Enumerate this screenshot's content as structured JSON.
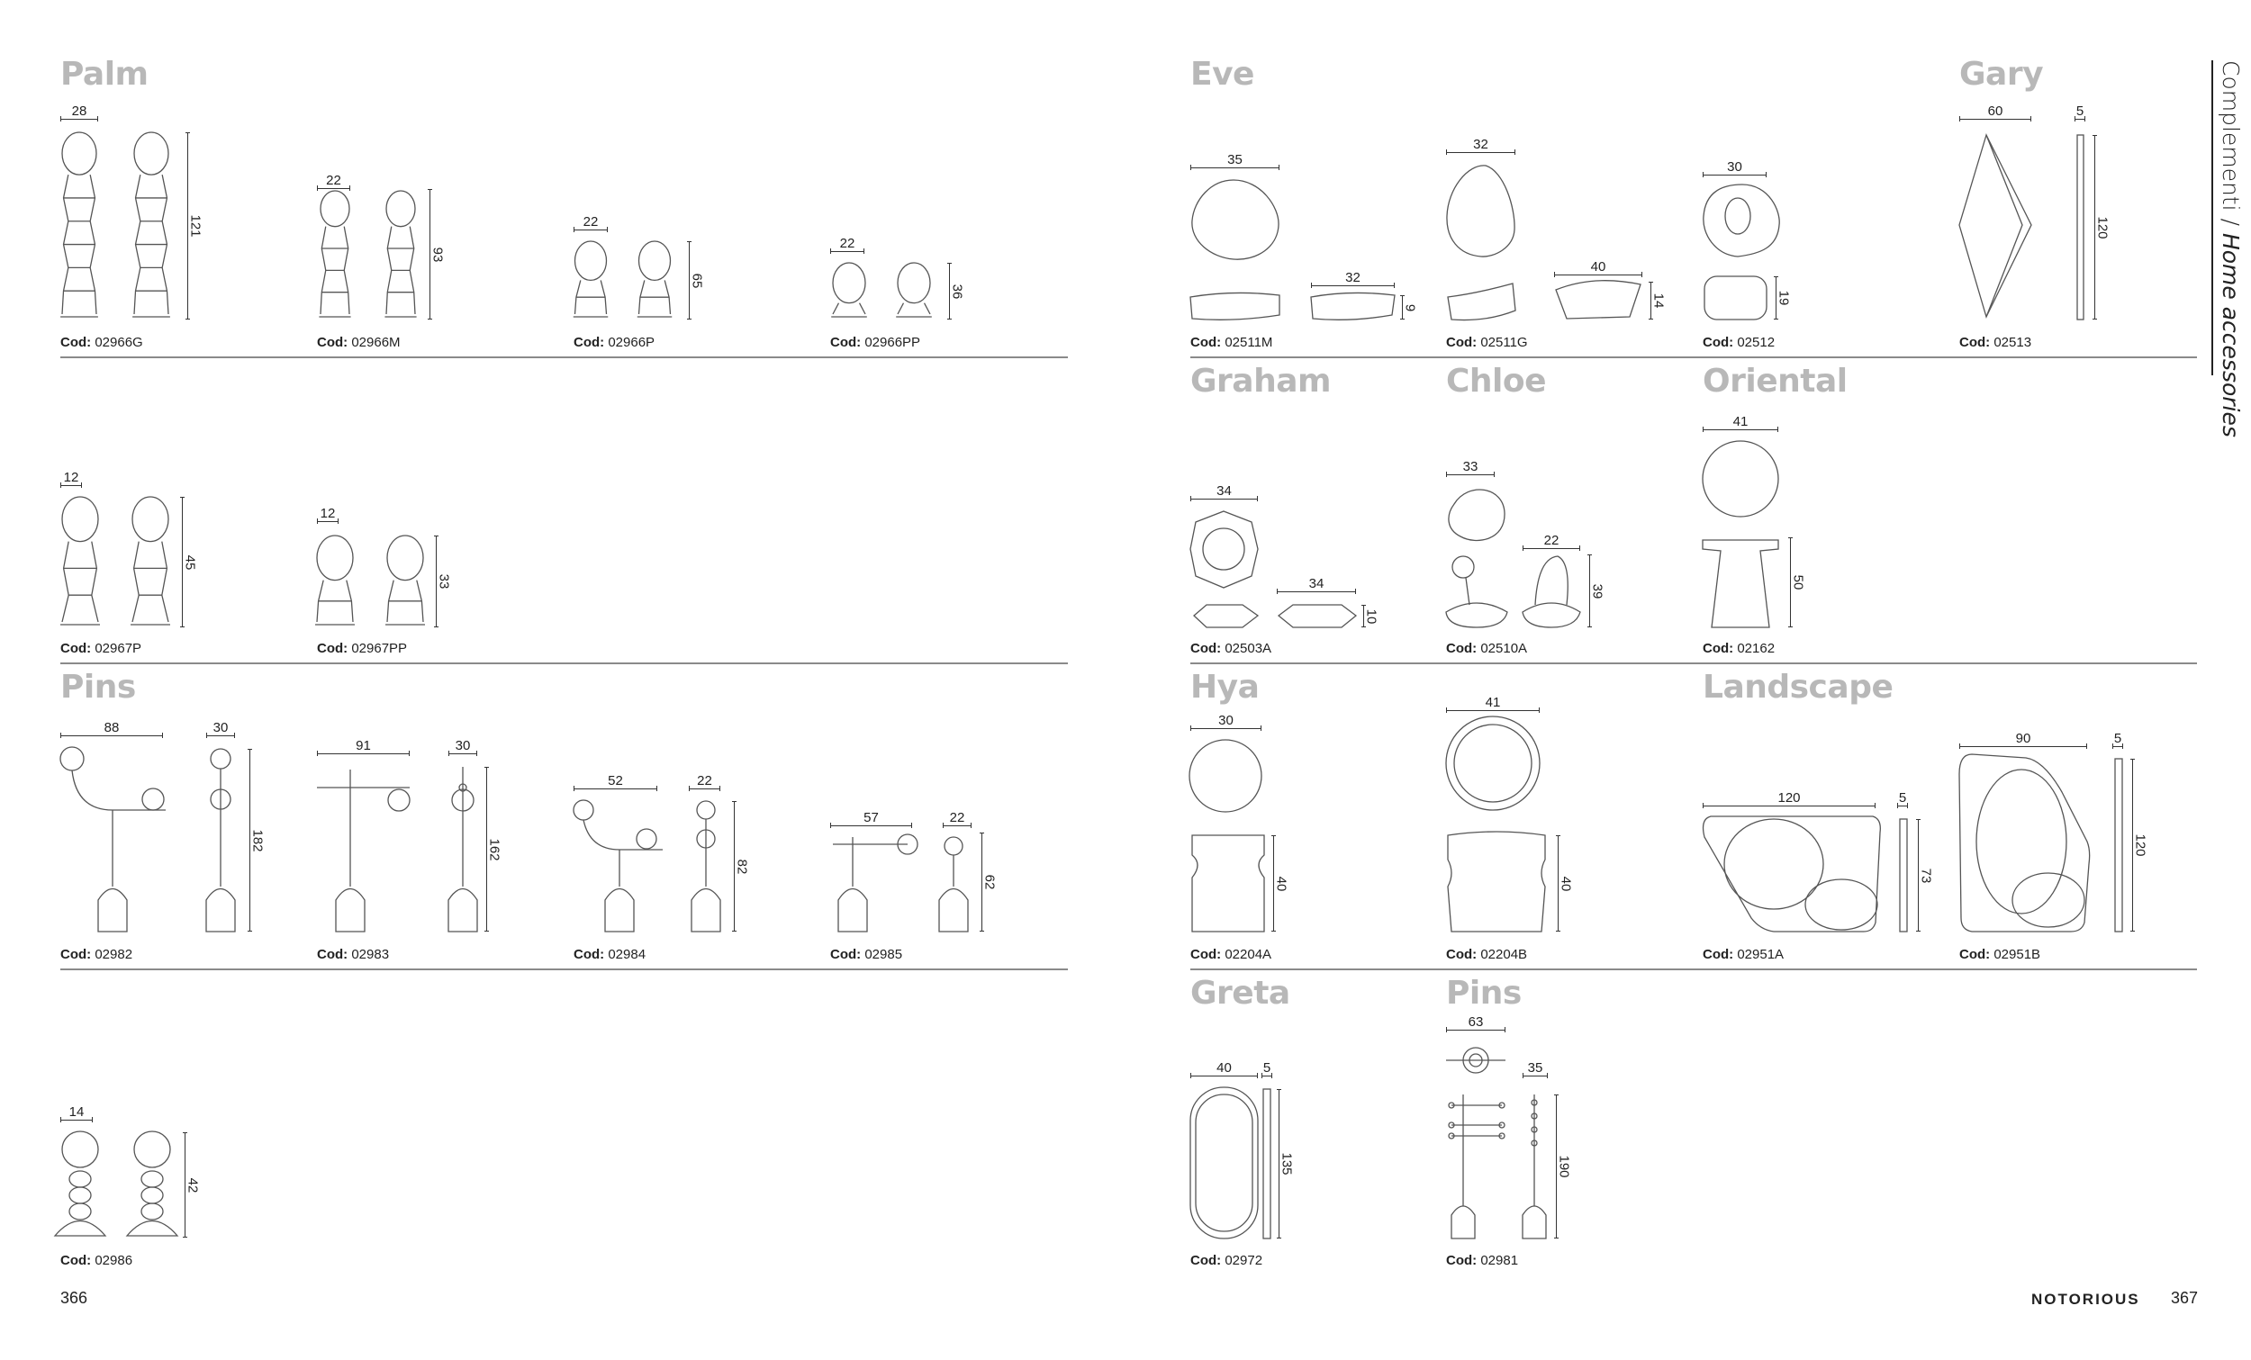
{
  "pages": {
    "left_number": "366",
    "right_number": "367",
    "brand": "NOTORIOUS"
  },
  "side_label": {
    "main": "Complementi / ",
    "italic": "Home accessories"
  },
  "cod_label": "Cod:",
  "sections": {
    "palm": "Palm",
    "pins_left": "Pins",
    "eve": "Eve",
    "gary": "Gary",
    "graham": "Graham",
    "chloe": "Chloe",
    "oriental": "Oriental",
    "hya": "Hya",
    "landscape": "Landscape",
    "greta": "Greta",
    "pins_right": "Pins"
  },
  "products": {
    "p02966G": {
      "code": "02966G",
      "dims": [
        "28",
        "121"
      ]
    },
    "p02966M": {
      "code": "02966M",
      "dims": [
        "22",
        "93"
      ]
    },
    "p02966P": {
      "code": "02966P",
      "dims": [
        "22",
        "65"
      ]
    },
    "p02966PP": {
      "code": "02966PP",
      "dims": [
        "22",
        "36"
      ]
    },
    "p02967P": {
      "code": "02967P",
      "dims": [
        "12",
        "45"
      ]
    },
    "p02967PP": {
      "code": "02967PP",
      "dims": [
        "12",
        "33"
      ]
    },
    "p02982": {
      "code": "02982",
      "dims": [
        "88",
        "30",
        "182"
      ]
    },
    "p02983": {
      "code": "02983",
      "dims": [
        "91",
        "30",
        "162"
      ]
    },
    "p02984": {
      "code": "02984",
      "dims": [
        "52",
        "22",
        "82"
      ]
    },
    "p02985": {
      "code": "02985",
      "dims": [
        "57",
        "22",
        "62"
      ]
    },
    "p02986": {
      "code": "02986",
      "dims": [
        "14",
        "42"
      ]
    },
    "p02511M": {
      "code": "02511M",
      "dims": [
        "35",
        "32",
        "9"
      ]
    },
    "p02511G": {
      "code": "02511G",
      "dims": [
        "32",
        "40",
        "14"
      ]
    },
    "p02512": {
      "code": "02512",
      "dims": [
        "30",
        "19"
      ]
    },
    "p02513": {
      "code": "02513",
      "dims": [
        "60",
        "5",
        "120"
      ]
    },
    "p02503A": {
      "code": "02503A",
      "dims": [
        "34",
        "34",
        "10"
      ]
    },
    "p02510A": {
      "code": "02510A",
      "dims": [
        "33",
        "22",
        "39"
      ]
    },
    "p02162": {
      "code": "02162",
      "dims": [
        "41",
        "50"
      ]
    },
    "p02204A": {
      "code": "02204A",
      "dims": [
        "30",
        "40"
      ]
    },
    "p02204B": {
      "code": "02204B",
      "dims": [
        "41",
        "40"
      ]
    },
    "p02951A": {
      "code": "02951A",
      "dims": [
        "120",
        "5",
        "73"
      ]
    },
    "p02951B": {
      "code": "02951B",
      "dims": [
        "90",
        "5",
        "120"
      ]
    },
    "p02972": {
      "code": "02972",
      "dims": [
        "40",
        "5",
        "135"
      ]
    },
    "p02981": {
      "code": "02981",
      "dims": [
        "63",
        "35",
        "190"
      ]
    }
  }
}
